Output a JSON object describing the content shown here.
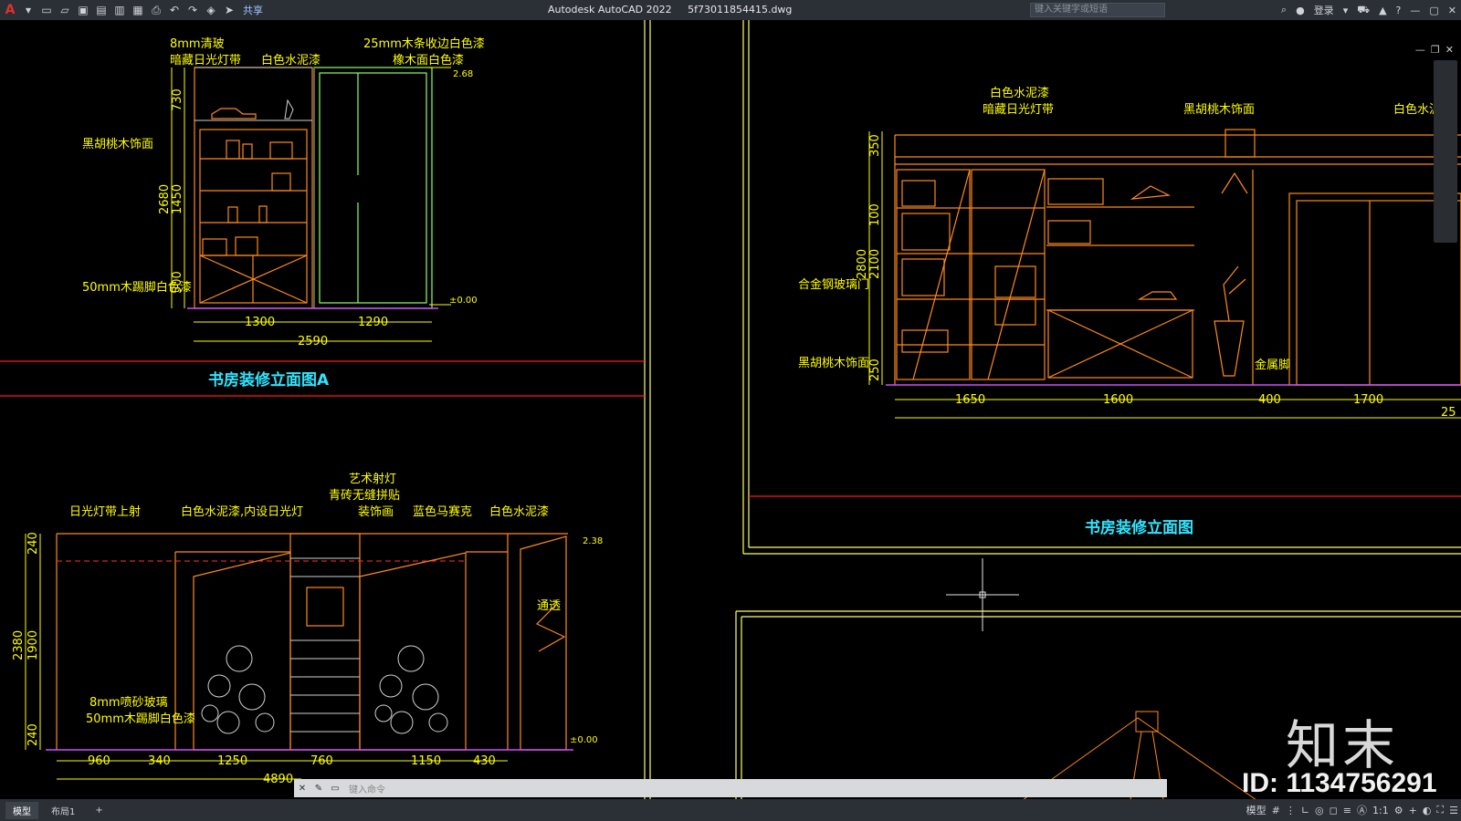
{
  "app": {
    "title": "Autodesk AutoCAD 2022",
    "file": "5f73011854415.dwg",
    "share_label": "共享",
    "search_placeholder": "键入关键字或短语",
    "login_label": "登录"
  },
  "drawing": {
    "title_a": "书房装修立面图A",
    "title_b": "书房装修立面图",
    "a": {
      "labels": [
        "8mm清玻",
        "暗藏日光灯带",
        "白色水泥漆",
        "25mm木条收边白色漆",
        "橡木面白色漆",
        "黑胡桃木饰面",
        "50mm木踢脚白色漆"
      ],
      "dims_v": [
        "730",
        "2680",
        "1450",
        "500"
      ],
      "dims_h": [
        "1300",
        "1290",
        "2590"
      ],
      "levels": [
        "2.68",
        "±0.00"
      ]
    },
    "b": {
      "labels": [
        "白色水泥漆",
        "暗藏日光灯带",
        "黑胡桃木饰面",
        "白色水泥漆",
        "合金钢玻璃门",
        "黑胡桃木饰面",
        "金属脚"
      ],
      "dims_v": [
        "350",
        "100",
        "2800",
        "2100",
        "250"
      ],
      "dims_h": [
        "1650",
        "1600",
        "400",
        "1700",
        "25"
      ]
    },
    "c": {
      "labels": [
        "日光灯带上射",
        "白色水泥漆,内设日光灯",
        "艺术射灯",
        "青砖无缝拼贴",
        "装饰画",
        "蓝色马赛克",
        "白色水泥漆",
        "通透",
        "8mm喷砂玻璃",
        "50mm木踢脚白色漆"
      ],
      "dims_v": [
        "240",
        "2380",
        "1900",
        "240"
      ],
      "dims_h": [
        "960",
        "340",
        "1250",
        "760",
        "1150",
        "430",
        "4890"
      ],
      "levels": [
        "2.38",
        "±0.00"
      ]
    }
  },
  "cmdline": {
    "placeholder": "键入命令"
  },
  "status": {
    "tab_model": "模型",
    "tab_layout": "布局1",
    "add": "+",
    "model_label": "模型",
    "scale": "1:1"
  },
  "watermark": {
    "logo": "知末",
    "id": "ID: 1134756291"
  },
  "colors": {
    "yellow": "#ffff00",
    "orange": "#ff8a1c",
    "cyan": "#2ee6ff",
    "red": "#ff1a1a",
    "green": "#7fff5a",
    "gray": "#8c8c8c"
  }
}
